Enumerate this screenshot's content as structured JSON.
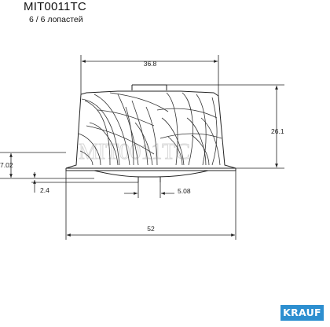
{
  "header": {
    "part_number": "MIT0011TC",
    "blades": "6 / 6 лопастей"
  },
  "watermark": "MIT0011TC",
  "dimensions": {
    "top_width": "36.8",
    "height": "26.1",
    "hub_height": "7.02",
    "bottom_offset": "2.4",
    "bore": "5.08",
    "base_width": "52"
  },
  "brand": {
    "label": "KRAUF",
    "color": "#2d8fd0"
  }
}
